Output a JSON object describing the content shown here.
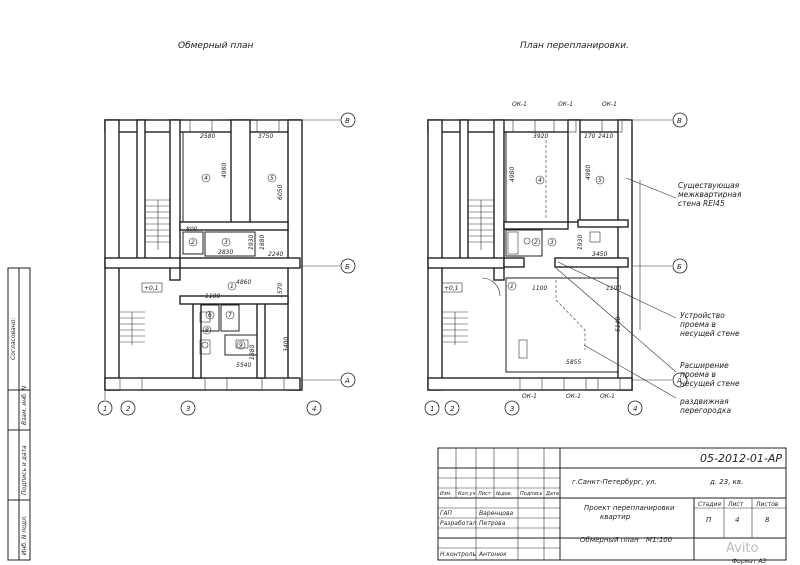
{
  "titles": {
    "measured_plan": "Обмерный план",
    "replan": "План перепланировки."
  },
  "axes": {
    "letters": [
      "В",
      "Б",
      "А"
    ],
    "numbers": [
      "1",
      "2",
      "3",
      "4"
    ]
  },
  "windows": {
    "label": "ОК-1"
  },
  "left_plan": {
    "dims": [
      "2580",
      "3750",
      "4980",
      "6050",
      "800",
      "1930",
      "2830",
      "1880",
      "2240",
      "4860",
      "1570",
      "3400",
      "1880",
      "5540",
      "1100"
    ],
    "rooms": [
      "4",
      "5",
      "2",
      "3",
      "1",
      "6",
      "7",
      "8",
      "9"
    ],
    "level": "+0,1"
  },
  "right_plan": {
    "dims": [
      "3920",
      "170",
      "2410",
      "4980",
      "4980",
      "1930",
      "3450",
      "1100",
      "5855",
      "5140",
      "1100"
    ],
    "rooms": [
      "4",
      "5",
      "2",
      "3",
      "1"
    ],
    "level": "+0,1"
  },
  "notes": [
    "Существующая межквартирная стена REI45",
    "Устройство проема в несущей стене",
    "Расширение проема в несущей стене",
    "раздвижная перегородка"
  ],
  "side_stamp": [
    "Согласовано:",
    "Инб. N подл.",
    "Подпись и дата",
    "Взам. инб. N"
  ],
  "title_block": {
    "code": "05-2012-01-АР",
    "address1": "г.Санкт-Петербург, ул.",
    "address2": "д. 23, кв.",
    "col_headers": [
      "Изм.",
      "Кол.уч",
      "Лист",
      "№док.",
      "Подпись",
      "Дата"
    ],
    "roles": [
      "ГАП",
      "Разработал",
      "Н.контроль"
    ],
    "names": [
      "Варенцова",
      "Петрова",
      "Антонюк"
    ],
    "project": "Проект перепланировки квартир",
    "sheet_title": "Обмерный план",
    "scale": "М1:100",
    "stage_label": "Стадия",
    "sheet_label": "Лист",
    "sheets_label": "Листов",
    "stage": "П",
    "sheet": "4",
    "sheets": "8",
    "format": "Формат А3"
  },
  "watermark": "Avito"
}
